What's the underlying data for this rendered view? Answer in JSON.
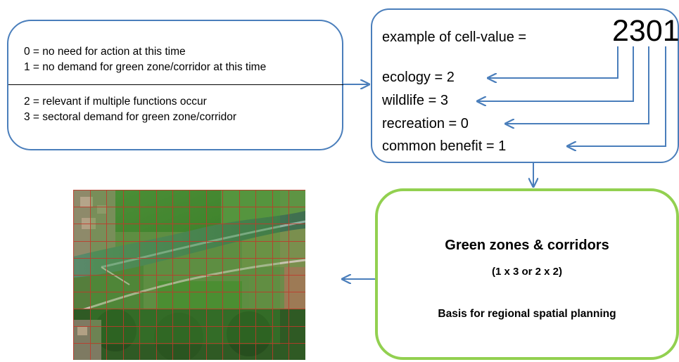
{
  "legend": {
    "lines_top": [
      "0 = no need for action at this time",
      "1 = no demand for green zone/corridor at this time"
    ],
    "lines_bottom": [
      "2 = relevant if multiple functions occur",
      "3 = sectoral demand for green zone/corridor"
    ]
  },
  "example": {
    "label": "example of cell-value =",
    "number": "2301",
    "items": [
      "ecology = 2",
      "wildlife = 3",
      "recreation = 0",
      "common benefit = 1"
    ]
  },
  "result": {
    "title": "Green zones & corridors",
    "subtitle": "(1 x 3 or 2 x 2)",
    "note": "Basis for regional spatial planning"
  },
  "colors": {
    "box_border": "#4a7ebb",
    "green_border": "#92d050",
    "arrow": "#4a7ebb",
    "grid_line": "#c0392b"
  },
  "map": {
    "grid_columns": 14,
    "grid_rows": 10
  }
}
